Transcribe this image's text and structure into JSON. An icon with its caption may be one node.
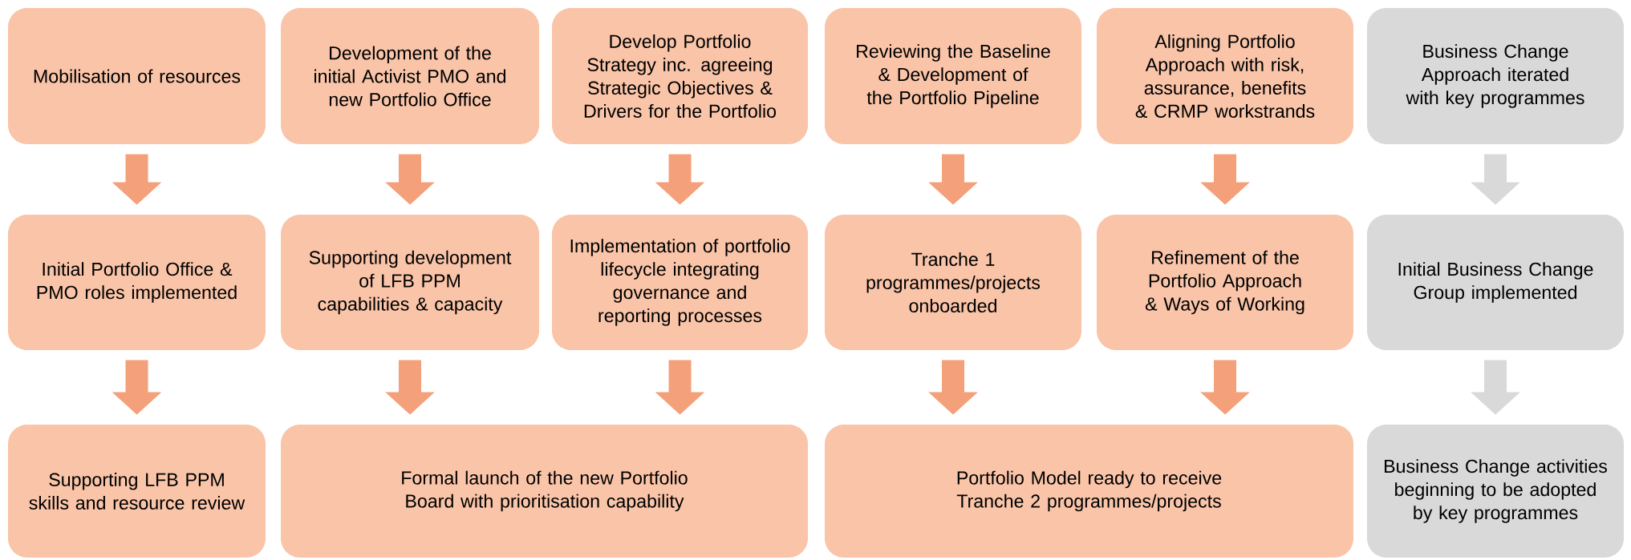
{
  "diagram": {
    "nodes": [
      {
        "text": [
          "Mobilisation of resources"
        ]
      },
      {
        "text": [
          "Development of the initial Activist PMO and new Portfolio Office"
        ]
      },
      {
        "text": [
          "Develop Portfolio Strategy inc. agreeing Strategic Objectives & Drivers for the Portfolio"
        ]
      },
      {
        "text": [
          "Reviewing the Baseline & Development of the Portfolio Pipeline"
        ]
      },
      {
        "text": [
          "Aligning Portfolio Approach with risk, assurance, benefits & CRMP workstrands"
        ]
      },
      {
        "text": [
          "Business Change Approach iterated with key programmes"
        ]
      },
      {
        "text": [
          "Initial Portfolio Office & PMO roles implemented"
        ]
      },
      {
        "text": [
          "Supporting development of LFB PPM capabilities & capacity"
        ]
      },
      {
        "text": [
          "Implementation of portfolio lifecycle integrating governance and reporting processes"
        ]
      },
      {
        "text": [
          "Tranche 1 programmes/projects onboarded"
        ]
      },
      {
        "text": [
          "Refinement of the Portfolio Approach & Ways of Working"
        ]
      },
      {
        "text": [
          "Initial Business Change Group implemented"
        ]
      },
      {
        "text": [
          "Supporting LFB PPM skills and resource review"
        ]
      },
      {
        "text": [
          "Formal launch of the new Portfolio Board with prioritisation capability"
        ]
      },
      {
        "text": [
          "Portfolio Model ready to receive Tranche 2 programmes/projects"
        ]
      },
      {
        "text": [
          "Business Change activities beginning to be adopted by key programmes"
        ]
      }
    ],
    "edges": [
      {
        "from": 0,
        "to": 6,
        "arrow": "to"
      },
      {
        "from": 1,
        "to": 7,
        "arrow": "to"
      },
      {
        "from": 2,
        "to": 8,
        "arrow": "to"
      },
      {
        "from": 3,
        "to": 9,
        "arrow": "to"
      },
      {
        "from": 4,
        "to": 10,
        "arrow": "to"
      },
      {
        "from": 5,
        "to": 11,
        "arrow": "to",
        "color": "#d9d9d9"
      },
      {
        "from": 6,
        "to": 12,
        "arrow": "to"
      },
      {
        "from": 7,
        "to": 13,
        "arrow": "to"
      },
      {
        "from": 8,
        "to": 13,
        "arrow": "to"
      },
      {
        "from": 9,
        "to": 14,
        "arrow": "to"
      },
      {
        "from": 10,
        "to": 14,
        "arrow": "to"
      },
      {
        "from": 11,
        "to": 15,
        "arrow": "to",
        "color": "#d9d9d9"
      }
    ]
  }
}
